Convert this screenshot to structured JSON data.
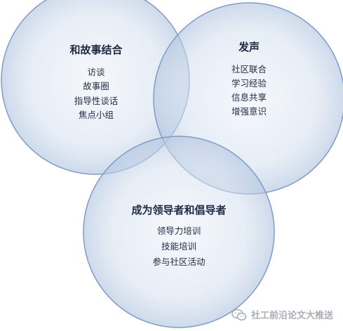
{
  "circles": [
    {
      "id": "story",
      "title": "和故事结合",
      "items": [
        "访谈",
        "故事圈",
        "指导性谈话",
        "焦点小组"
      ]
    },
    {
      "id": "voice",
      "title": "发声",
      "items": [
        "社区联合",
        "学习经验",
        "信息共享",
        "增强意识"
      ]
    },
    {
      "id": "leader",
      "title": "成为领导者和倡导者",
      "items": [
        "领导力培训",
        "技能培训",
        "参与社区活动"
      ]
    }
  ],
  "watermark": {
    "text": "社工前沿论文大推送",
    "icon": "wechat-icon"
  },
  "colors": {
    "circle_fill_center": "#eef3fa",
    "circle_fill_edge": "#b9cbe3",
    "circle_stroke": "#7f9cc6",
    "text": "#1f2a44"
  }
}
